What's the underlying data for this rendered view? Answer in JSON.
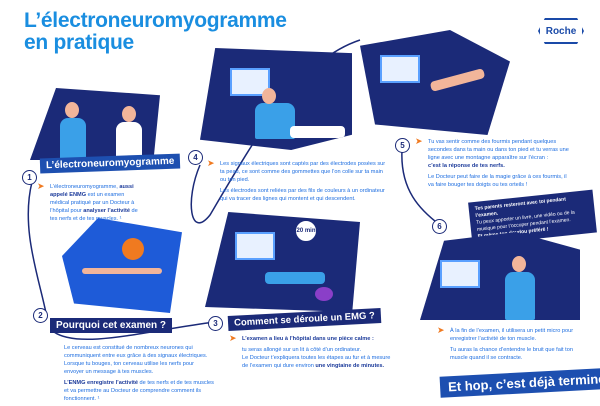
{
  "title": {
    "line1": "L’électroneuromyogramme",
    "line2": "en pratique"
  },
  "logo": "Roche",
  "sections": {
    "s1": {
      "number": "1",
      "banner": "L’électroneuromyogramme",
      "text": [
        "L’électroneuromyogramme, ",
        "aussi appelé ENMG",
        " est un examen médical pratiqué par un Docteur à l’hôpital pour ",
        "analyser l’activité",
        " de tes nerfs et de tes muscles. ¹"
      ]
    },
    "s2": {
      "number": "2",
      "banner": "Pourquoi cet examen ?",
      "p1": "Le cerveau est constitué de nombreux neurones qui communiquent entre eux grâce à des signaux électriques. Lorsque tu bouges, ton cerveau utilise les nerfs pour envoyer un message à tes muscles.",
      "p2_bold": "L’ENMG enregistre l’activité",
      "p2": " de tes nerfs et de tes muscles et va permettre au Docteur de comprendre comment ils fonctionnent. ¹"
    },
    "s3": {
      "number": "3",
      "banner": "Comment se déroule un EMG ?",
      "lead": "L’examen a lieu à l’hôpital dans une pièce calme :",
      "p1": "tu seras allongé sur un lit à côté d’un ordinateur.",
      "p2": "Le Docteur t’expliquera toutes les étapes au fur et à mesure de l’examen qui dure environ ",
      "p2_bold": "une vingtaine de minutes.",
      "timer": "20 min"
    },
    "s4": {
      "number": "4",
      "p1": "Les signaux électriques sont captés par des électrodes posées sur ta peau, ce sont comme des gommettes que l’on colle sur ta main ou ton pied.",
      "p2": "Les électrodes sont reliées par des fils de couleurs à un ordinateur qui va tracer des lignes qui montent et qui descendent."
    },
    "s5": {
      "number": "5",
      "p1": "Tu vas sentir comme des fourmis pendant quelques secondes dans ta main ou dans ton pied et tu verras une ligne avec une montagne apparaître sur l’écran :",
      "p1_bold": "c’est la réponse de tes nerfs.",
      "p2": "Le Docteur peut faire de la magie grâce à ces fourmis, il va faire bouger tes doigts ou tes orteils !"
    },
    "callout": {
      "bold": "Tes parents resteront avec toi pendant l’examen.",
      "text": "Tu peux apporter un livre, une vidéo ou de la musique pour t’occuper pendant l’examen.",
      "bold2": "Et même ton doudou préféré !"
    },
    "s6": {
      "number": "6",
      "p1": "À la fin de l’examen, il utilisera un petit micro pour enregistrer l’activité de ton muscle.",
      "p2": "Tu auras la chance d’entendre le bruit que fait ton muscle quand il se contracte."
    },
    "final": "Et hop, c’est déjà terminé !"
  },
  "colors": {
    "navy": "#1b2a78",
    "blue": "#1d4fb0",
    "text": "#1e6ee0",
    "accent": "#f07a20",
    "title": "#1a8ee0"
  }
}
